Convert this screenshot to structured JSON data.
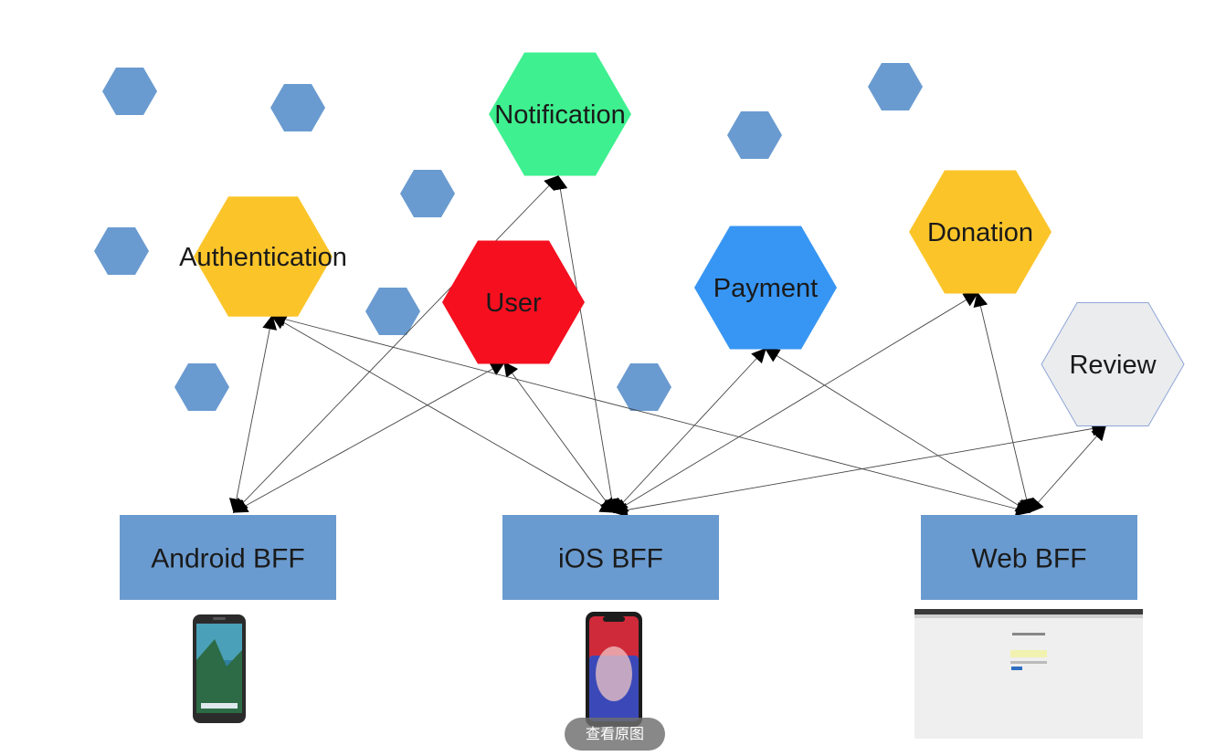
{
  "services": [
    {
      "id": "notification",
      "label": "Notification",
      "color": "#3ef08f"
    },
    {
      "id": "authentication",
      "label": "Authentication",
      "color": "#fbc52a"
    },
    {
      "id": "user",
      "label": "User",
      "color": "#f50f1f"
    },
    {
      "id": "payment",
      "label": "Payment",
      "color": "#3796f3"
    },
    {
      "id": "donation",
      "label": "Donation",
      "color": "#fbc52a"
    },
    {
      "id": "review",
      "label": "Review",
      "color": "#eaecee"
    }
  ],
  "bffs": [
    {
      "id": "android",
      "label": "Android BFF",
      "color": "#6a9bd0"
    },
    {
      "id": "ios",
      "label": "iOS BFF",
      "color": "#6a9bd0"
    },
    {
      "id": "web",
      "label": "Web BFF",
      "color": "#6a9bd0"
    }
  ],
  "connections": [
    [
      "android",
      "authentication"
    ],
    [
      "android",
      "notification"
    ],
    [
      "android",
      "user"
    ],
    [
      "ios",
      "authentication"
    ],
    [
      "ios",
      "notification"
    ],
    [
      "ios",
      "user"
    ],
    [
      "ios",
      "payment"
    ],
    [
      "ios",
      "donation"
    ],
    [
      "ios",
      "review"
    ],
    [
      "web",
      "authentication"
    ],
    [
      "web",
      "payment"
    ],
    [
      "web",
      "donation"
    ],
    [
      "web",
      "review"
    ]
  ],
  "decor_color": "#6a9bd0",
  "devices": [
    {
      "id": "android-phone",
      "icon": "android-phone-icon"
    },
    {
      "id": "iphone",
      "icon": "iphone-icon"
    },
    {
      "id": "web-browser",
      "icon": "browser-screenshot-icon"
    }
  ],
  "overlay": {
    "view_original_label": "查看原图"
  }
}
